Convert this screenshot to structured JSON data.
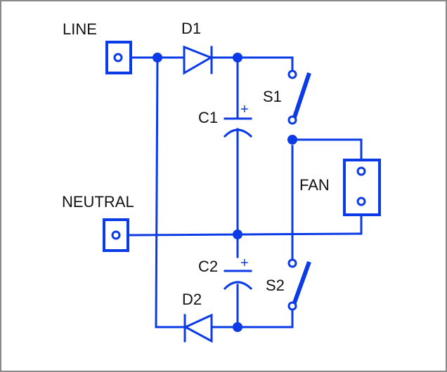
{
  "diagram": {
    "type": "circuit-schematic",
    "wire_color": "#0a3be6",
    "text_color": "#111111",
    "border_color": "#8a8a8a",
    "labels": {
      "line": "LINE",
      "neutral": "NEUTRAL",
      "d1": "D1",
      "d2": "D2",
      "c1": "C1",
      "c2": "C2",
      "s1": "S1",
      "s2": "S2",
      "fan": "FAN",
      "c1_polarity": "+",
      "c2_polarity": "+"
    },
    "components": [
      {
        "id": "LINE",
        "kind": "terminal"
      },
      {
        "id": "NEUTRAL",
        "kind": "terminal"
      },
      {
        "id": "D1",
        "kind": "diode",
        "orientation": "anode-left"
      },
      {
        "id": "D2",
        "kind": "diode",
        "orientation": "anode-right"
      },
      {
        "id": "C1",
        "kind": "polarized-capacitor"
      },
      {
        "id": "C2",
        "kind": "polarized-capacitor"
      },
      {
        "id": "S1",
        "kind": "switch",
        "state": "open"
      },
      {
        "id": "S2",
        "kind": "switch",
        "state": "open"
      },
      {
        "id": "FAN",
        "kind": "load-connector",
        "pins": 2
      }
    ]
  }
}
